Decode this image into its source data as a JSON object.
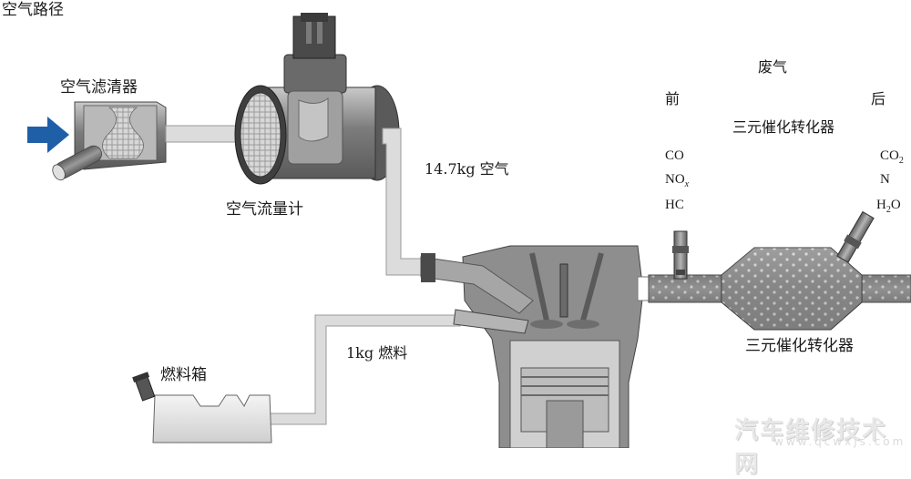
{
  "title": "空气路径",
  "labels": {
    "air_filter": "空气滤清器",
    "air_flow_meter": "空气流量计",
    "air_mass": "14.7kg 空气",
    "fuel_mass": "1kg 燃料",
    "fuel_tank": "燃料箱",
    "exhaust": "废气",
    "before": "前",
    "after": "后",
    "catalyst_top": "三元催化转化器",
    "catalyst_bottom": "三元催化转化器"
  },
  "gases_before": [
    "CO",
    "NOx",
    "HC"
  ],
  "gases_after": [
    "CO2",
    "N",
    "H2O"
  ],
  "watermark": {
    "main": "汽车维修技术网",
    "url": "www.qcwxjs.com"
  },
  "colors": {
    "arrow": "#1f5fa8",
    "pipe": "#dcdcdc",
    "metal": "#8a8a8a"
  }
}
